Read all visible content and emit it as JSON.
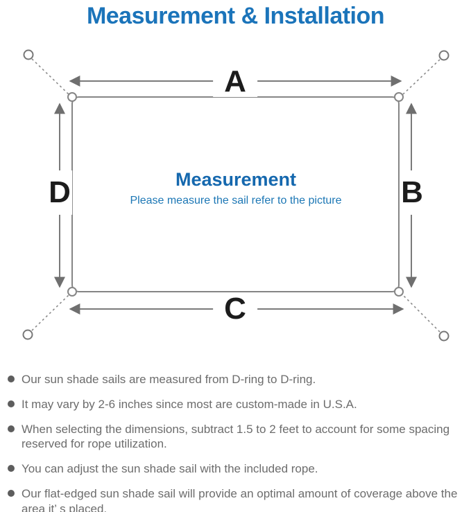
{
  "title": "Measurement & Installation",
  "diagram": {
    "heading": "Measurement",
    "subheading": "Please measure the sail refer to the picture",
    "labels": {
      "top": "A",
      "right": "B",
      "bottom": "C",
      "left": "D"
    }
  },
  "notes": [
    "Our sun shade sails are measured from D-ring to D-ring.",
    "It may vary by 2-6 inches since most are custom-made in U.S.A.",
    "When selecting the dimensions, subtract 1.5 to 2 feet to account for some spacing reserved for rope utilization.",
    "You can adjust the sun shade sail with the included rope.",
    "Our flat-edged sun shade sail will provide an optimal amount of coverage above the area it’ s placed."
  ],
  "colors": {
    "title_blue": "#1b74ba",
    "diagram_heading_blue": "#1568ae",
    "diagram_subheading_blue": "#1c77b5",
    "line_gray": "#858585",
    "arrow_gray": "#6f6f6f",
    "dimension_label_black": "#1c1c1c",
    "note_text_gray": "#6c6c6c",
    "bullet_dot_gray": "#5d5d5d"
  }
}
